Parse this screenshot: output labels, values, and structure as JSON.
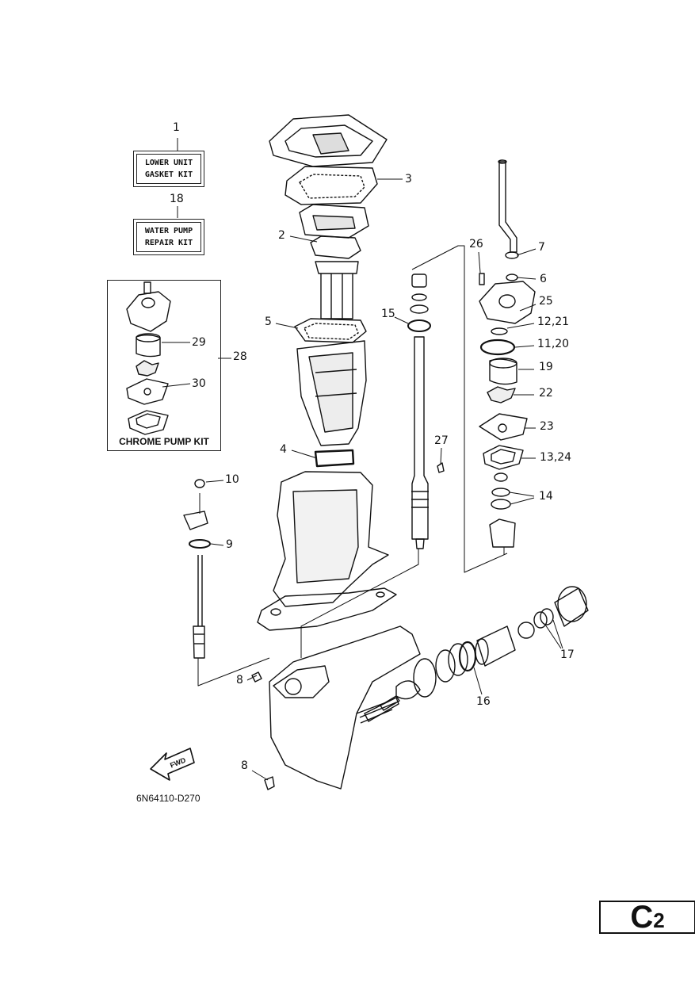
{
  "kits": {
    "lower_unit": {
      "ref": "1",
      "line1": "LOWER UNIT",
      "line2": "GASKET KIT"
    },
    "water_pump": {
      "ref": "18",
      "line1": "WATER PUMP",
      "line2": "REPAIR KIT"
    },
    "chrome_pump": {
      "ref": "28",
      "title": "CHROME PUMP KIT"
    }
  },
  "callouts": {
    "c2": "2",
    "c3": "3",
    "c4": "4",
    "c5": "5",
    "c6": "6",
    "c7": "7",
    "c8a": "8",
    "c8b": "8",
    "c9": "9",
    "c10": "10",
    "c11_20": "11,20",
    "c12_21": "12,21",
    "c13_24": "13,24",
    "c14": "14",
    "c15": "15",
    "c16": "16",
    "c17": "17",
    "c19": "19",
    "c22": "22",
    "c23": "23",
    "c25": "25",
    "c26": "26",
    "c27": "27",
    "c29": "29",
    "c30": "30"
  },
  "fwd_label": "FWD",
  "doc_code": "6N64110-D270",
  "page": {
    "letter": "C",
    "number": "2"
  }
}
